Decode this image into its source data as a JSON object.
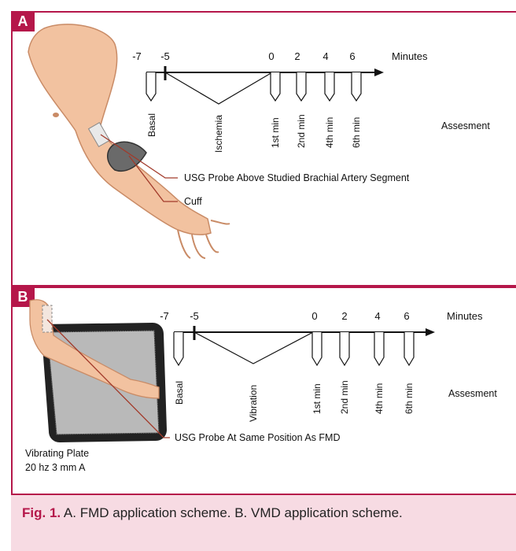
{
  "panel_a": {
    "label": "A",
    "ticks": [
      "-7",
      "-5",
      "0",
      "2",
      "4",
      "6"
    ],
    "unit": "Minutes",
    "phases": [
      "Basal",
      "Ischemia",
      "1st min",
      "2nd min",
      "4th min",
      "6th min"
    ],
    "row_label": "Assesment",
    "annotations": [
      "USG Probe Above Studied Brachial Artery Segment",
      "Cuff"
    ]
  },
  "panel_b": {
    "label": "B",
    "ticks": [
      "-7",
      "-5",
      "0",
      "2",
      "4",
      "6"
    ],
    "unit": "Minutes",
    "phases": [
      "Basal",
      "Vibration",
      "1st min",
      "2nd min",
      "4th min",
      "6th min"
    ],
    "row_label": "Assesment",
    "annotations": [
      "USG Probe At Same Position As FMD"
    ],
    "plate_label": [
      "Vibrating Plate",
      "20 hz 3 mm A"
    ]
  },
  "caption": {
    "fig_label": "Fig. 1.",
    "text": " A. FMD application scheme. B. VMD application scheme."
  },
  "colors": {
    "accent": "#b5174a",
    "caption_bg": "#f7dbe3",
    "leader": "#a23a2a"
  }
}
